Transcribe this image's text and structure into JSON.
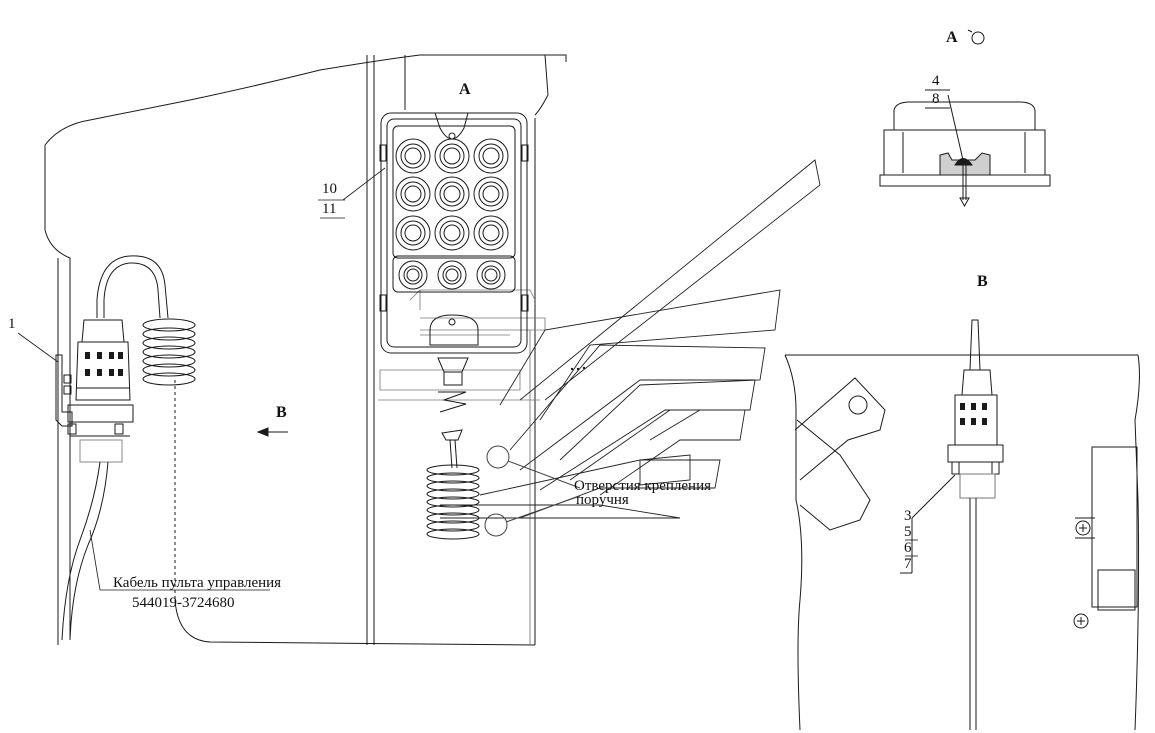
{
  "labels": {
    "view_a_main": "А",
    "view_a_detail": "А",
    "view_b_arrow": "В",
    "view_b_detail": "В",
    "callout_1": "1",
    "callout_10": "10",
    "callout_11": "11",
    "callout_4": "4",
    "callout_8": "8",
    "callout_3": "3",
    "callout_5": "5",
    "callout_6": "6",
    "callout_7": "7",
    "holes_line1": "Отверстия крепления",
    "holes_line2": "поручня",
    "cable_line1": "Кабель пульта управления",
    "cable_line2": "544019-3724680"
  },
  "colors": {
    "line": "#1a1a1a",
    "thin": "#555555",
    "background": "#ffffff"
  }
}
